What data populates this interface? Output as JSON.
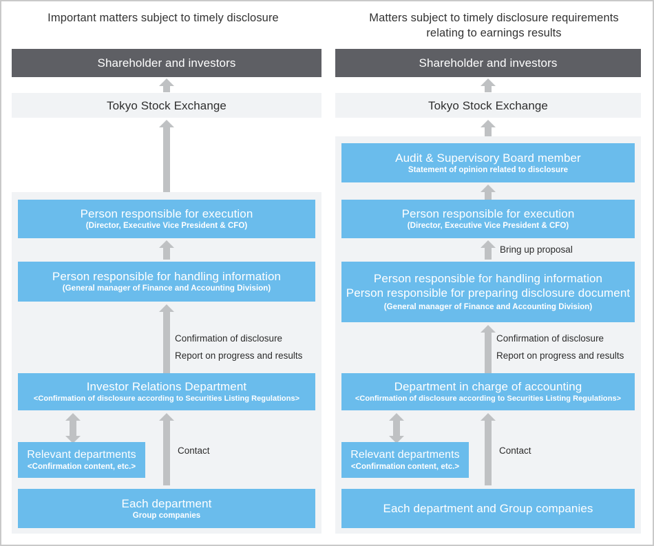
{
  "colors": {
    "blue": "#6abcec",
    "dark_gray": "#5e5f64",
    "light_gray": "#f1f3f5",
    "arrow_gray": "#bfc1c3",
    "text_dark": "#2e2e2e"
  },
  "left_panel": {
    "title": "Important matters subject to timely disclosure",
    "shareholders": {
      "title": "Shareholder and investors"
    },
    "exchange": {
      "title": "Tokyo Stock Exchange"
    },
    "execution": {
      "title": "Person responsible for execution",
      "subtitle": "(Director, Executive Vice President & CFO)"
    },
    "handling": {
      "title": "Person responsible for handling information",
      "subtitle": "(General manager of Finance and Accounting Division)"
    },
    "ir_department": {
      "title": "Investor Relations Department",
      "subtitle": "<Confirmation of disclosure according to Securities Listing Regulations>"
    },
    "relevant_departments": {
      "title": "Relevant departments",
      "subtitle": "<Confirmation content, etc.>"
    },
    "each_department": {
      "title": "Each department",
      "subtitle": "Group companies"
    },
    "labels": {
      "confirmation": "Confirmation of disclosure",
      "report": "Report on progress and results",
      "contact": "Contact"
    }
  },
  "right_panel": {
    "title_line1": "Matters subject to timely disclosure requirements",
    "title_line2": "relating to earnings results",
    "shareholders": {
      "title": "Shareholder and investors"
    },
    "exchange": {
      "title": "Tokyo Stock Exchange"
    },
    "audit_board": {
      "title": "Audit & Supervisory Board member",
      "subtitle": "Statement of opinion related to disclosure"
    },
    "execution": {
      "title": "Person responsible for execution",
      "subtitle": "(Director, Executive Vice President & CFO)"
    },
    "handling": {
      "title_line1": "Person responsible for handling information",
      "title_line2": "Person responsible for preparing disclosure document",
      "subtitle": "(General manager of Finance and Accounting Division)"
    },
    "accounting_department": {
      "title": "Department in charge of accounting",
      "subtitle": "<Confirmation of disclosure according to Securities Listing Regulations>"
    },
    "relevant_departments": {
      "title": "Relevant departments",
      "subtitle": "<Confirmation content, etc.>"
    },
    "each_department": {
      "title": "Each department and Group companies"
    },
    "labels": {
      "bring_up": "Bring up proposal",
      "confirmation": "Confirmation of disclosure",
      "report": "Report on progress and results",
      "contact": "Contact"
    }
  }
}
